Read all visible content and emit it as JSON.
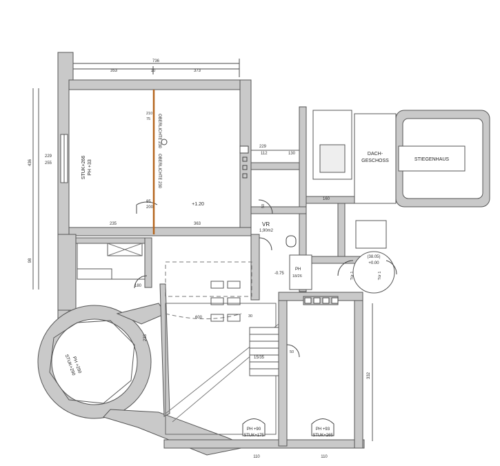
{
  "rooms": {
    "dachgeschoss": "DACH-",
    "dachgeschoss2": "GESCHOSS",
    "stiegenhaus": "STIEGENHAUS",
    "vr": "VR",
    "vr_area": "1,90m2",
    "main_room_label": "STUK+266",
    "main_room_ph": "PH +33",
    "tower_ph": "PH +290",
    "tower_stuk": "STUK+290",
    "bottom1_ph": "PH +90",
    "bottom1_stuk": "STUK+175",
    "bottom2_ph": "PH +93",
    "bottom2_stuk": "STUK+265",
    "oberlichte1": "OBERLICHTE 230",
    "oberlichte2": "OBERLICHTE 230"
  },
  "levels": {
    "main": "+1.20",
    "hall": "-0.75",
    "landing": "+0.00",
    "landing_prev": "(38.05)"
  },
  "dimensions": {
    "top_total": "736",
    "top_left": "353",
    "top_mid": "10",
    "top_right": "373",
    "left_vertical": "436",
    "left_lower": "98",
    "window_w": "229",
    "window_h": "255",
    "bottom_left": "235",
    "bottom_right": "363",
    "side_229": "229",
    "side_112": "112",
    "side_130": "130",
    "small_160": "160",
    "door_50": "50",
    "door_85": "85",
    "door_200": "200",
    "right_vert": "332",
    "hall_600": "600",
    "tread": "15/35",
    "stair_w": "30",
    "bottom_110a": "110",
    "bottom_110b": "110",
    "ph_label": "PH",
    "small_210": "210",
    "small_75": "75",
    "side_233": "233",
    "side_180": "180",
    "step_18": "18/26",
    "tur_left": "Tür 1",
    "tur_right": "Tür 1"
  }
}
